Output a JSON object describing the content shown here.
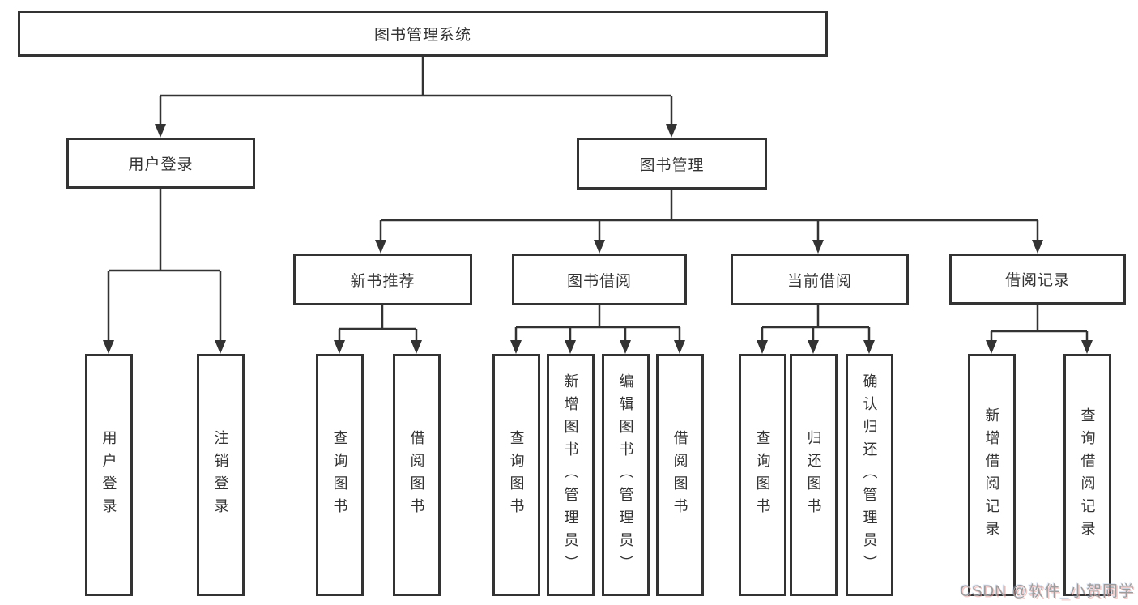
{
  "colors": {
    "line": "#333333",
    "box_border": "#333333",
    "box_background": "#ffffff",
    "text": "#333333",
    "watermark_text": "#9d9d9d"
  },
  "nodes": {
    "root": {
      "label": "图书管理系统"
    },
    "user_login": {
      "label": "用户登录"
    },
    "book_mgmt": {
      "label": "图书管理"
    },
    "new_book_rec": {
      "label": "新书推荐"
    },
    "book_borrow": {
      "label": "图书借阅"
    },
    "current_borrow": {
      "label": "当前借阅"
    },
    "borrow_records": {
      "label": "借阅记录"
    },
    "login_leaf": {
      "label": "用户登录"
    },
    "logout_leaf": {
      "label": "注销登录"
    },
    "rec_query_book": {
      "label": "查询图书"
    },
    "rec_borrow_book": {
      "label": "借阅图书"
    },
    "bb_query_book": {
      "label": "查询图书"
    },
    "bb_add_book": {
      "label": "新增图书（管理员）"
    },
    "bb_edit_book": {
      "label": "编辑图书（管理员）"
    },
    "bb_borrow_book": {
      "label": "借阅图书"
    },
    "cb_query_book": {
      "label": "查询图书"
    },
    "cb_return_book": {
      "label": "归还图书"
    },
    "cb_confirm_return": {
      "label": "确认归还（管理员）"
    },
    "br_add_record": {
      "label": "新增借阅记录"
    },
    "br_query_record": {
      "label": "查询借阅记录"
    }
  },
  "watermark": {
    "text": "CSDN @软件_小贺同学"
  }
}
